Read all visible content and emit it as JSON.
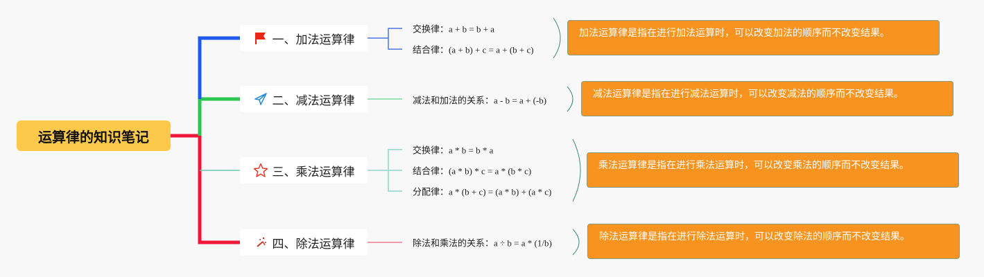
{
  "root": {
    "title": "运算律的知识笔记"
  },
  "branches": [
    {
      "label": "一、加法运算律",
      "icon": "flag-icon",
      "color": "#1f5af0",
      "items": [
        {
          "name": "交换律",
          "formula": "a + b = b + a"
        },
        {
          "name": "结合律",
          "formula": "(a + b) + c = a + (b + c)"
        }
      ],
      "note": "加法运算律是指在进行加法运算时，可以改变加法的顺序而不改变结果。"
    },
    {
      "label": "二、减法运算律",
      "icon": "paper-plane-icon",
      "color": "#2dc653",
      "items": [
        {
          "name": "减法和加法的关系",
          "formula": "a - b = a + (-b)"
        }
      ],
      "note": "减法运算律是指在进行减法运算时，可以改变减法的顺序而不改变结果。"
    },
    {
      "label": "三、乘法运算律",
      "icon": "star-icon",
      "color": "#6cc5b5",
      "items": [
        {
          "name": "交换律",
          "formula": "a * b = b * a"
        },
        {
          "name": "结合律",
          "formula": "(a * b) * c = a * (b * c)"
        },
        {
          "name": "分配律",
          "formula": "a * (b + c) = (a * b) + (a * c)"
        }
      ],
      "note": "乘法运算律是指在进行乘法运算时，可以改变乘法的顺序而不改变结果。"
    },
    {
      "label": "四、除法运算律",
      "icon": "magic-wand-icon",
      "color": "#f0163c",
      "items": [
        {
          "name": "除法和乘法的关系",
          "formula": "a ÷ b = a * (1/b)"
        }
      ],
      "note": "除法运算律是指在进行除法运算时，可以改变除法的顺序而不改变结果。"
    }
  ],
  "separator": "："
}
